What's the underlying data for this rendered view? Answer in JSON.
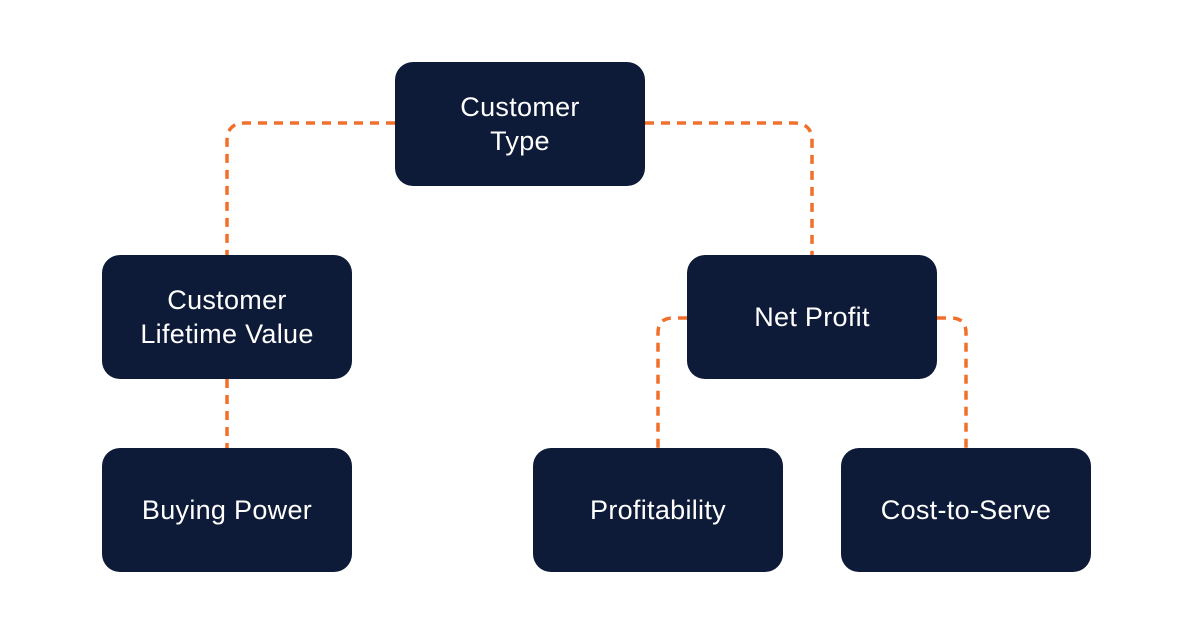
{
  "diagram": {
    "colors": {
      "background": "#ffffff",
      "node_fill": "#0e1b38",
      "node_text": "#ffffff",
      "connector": "#f26f2b"
    },
    "nodes": {
      "customer_type": "Customer\nType",
      "customer_lifetime_value": "Customer\nLifetime Value",
      "net_profit": "Net Profit",
      "buying_power": "Buying Power",
      "profitability": "Profitability",
      "cost_to_serve": "Cost-to-Serve"
    },
    "edges": [
      {
        "from": "Customer Type",
        "to": "Customer Lifetime Value"
      },
      {
        "from": "Customer Type",
        "to": "Net Profit"
      },
      {
        "from": "Customer Lifetime Value",
        "to": "Buying Power"
      },
      {
        "from": "Net Profit",
        "to": "Profitability"
      },
      {
        "from": "Net Profit",
        "to": "Cost-to-Serve"
      }
    ]
  }
}
